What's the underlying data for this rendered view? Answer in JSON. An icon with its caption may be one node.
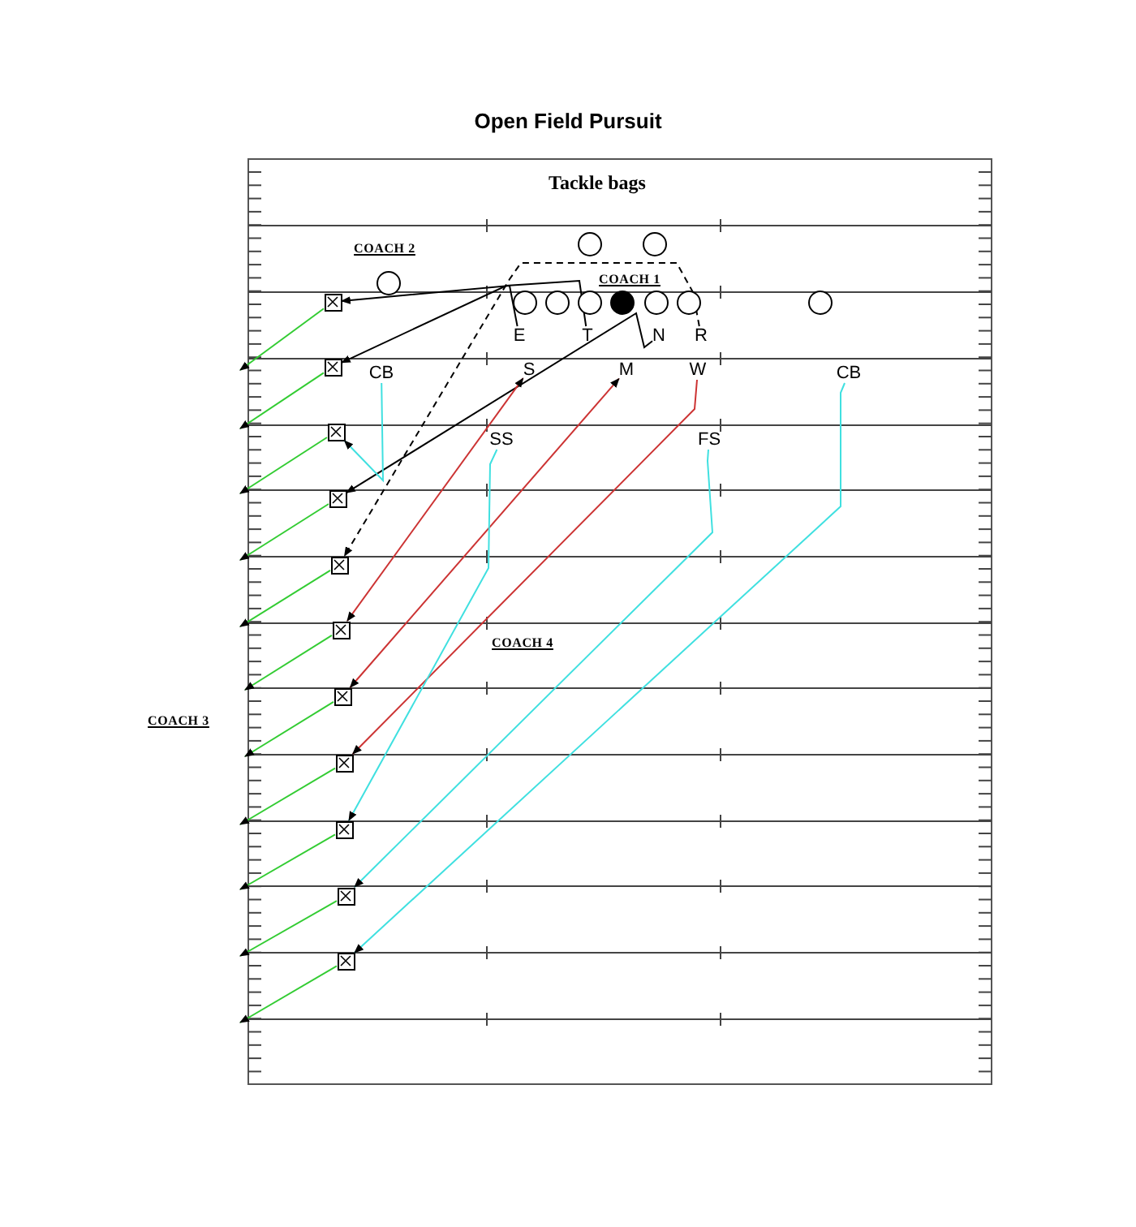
{
  "diagram": {
    "title": "Open Field Pursuit",
    "nodes": [
      {
        "text": [],
        "shape": "circle"
      },
      {
        "text": [],
        "shape": "circle"
      },
      {
        "text": [],
        "shape": "circle"
      },
      {
        "text": [],
        "shape": "circle"
      },
      {
        "text": [],
        "shape": "circle"
      },
      {
        "text": [],
        "shape": "circle"
      },
      {
        "text": [],
        "shape": "disc"
      },
      {
        "text": [],
        "shape": "circle"
      },
      {
        "text": [],
        "shape": "circle"
      },
      {
        "text": [],
        "shape": "circle"
      },
      {
        "text": [],
        "shape": "box"
      },
      {
        "text": [],
        "shape": "box"
      },
      {
        "text": [],
        "shape": "box"
      },
      {
        "text": [],
        "shape": "box"
      },
      {
        "text": [],
        "shape": "box"
      },
      {
        "text": [],
        "shape": "box"
      },
      {
        "text": [],
        "shape": "box"
      },
      {
        "text": [],
        "shape": "box"
      },
      {
        "text": [],
        "shape": "box"
      },
      {
        "text": [],
        "shape": "box"
      },
      {
        "text": [],
        "shape": "box"
      },
      {
        "text": [
          "E"
        ]
      },
      {
        "text": [
          "T"
        ]
      },
      {
        "text": [
          "N"
        ]
      },
      {
        "text": [
          "R"
        ]
      },
      {
        "text": [
          "CB"
        ]
      },
      {
        "text": [
          "S"
        ]
      },
      {
        "text": [
          "M"
        ]
      },
      {
        "text": [
          "W"
        ]
      },
      {
        "text": [
          "CB"
        ]
      },
      {
        "text": [
          "SS"
        ]
      },
      {
        "text": [
          "FS"
        ]
      }
    ],
    "edges": [
      {
        "from": 10,
        "to": null,
        "arrow": "to"
      },
      {
        "from": 11,
        "to": null,
        "arrow": "to"
      },
      {
        "from": 12,
        "to": null,
        "arrow": "to"
      },
      {
        "from": 13,
        "to": null,
        "arrow": "to"
      },
      {
        "from": 14,
        "to": null,
        "arrow": "to"
      },
      {
        "from": 15,
        "to": null,
        "arrow": "to"
      },
      {
        "from": 16,
        "to": null,
        "arrow": "to"
      },
      {
        "from": 17,
        "to": null,
        "arrow": "to"
      },
      {
        "from": 18,
        "to": null,
        "arrow": "to"
      },
      {
        "from": 19,
        "to": null,
        "arrow": "to"
      },
      {
        "from": 20,
        "to": null,
        "arrow": "to"
      },
      {
        "from": 21,
        "to": 10,
        "arrow": "to",
        "color": "#000000"
      },
      {
        "from": 22,
        "to": 11,
        "arrow": "to",
        "color": "#000000"
      },
      {
        "from": 23,
        "to": 13,
        "arrow": "to",
        "color": "#000000"
      },
      {
        "from": 24,
        "to": 14,
        "arrow": "to",
        "style": "dashed",
        "color": "#000000"
      },
      {
        "from": 25,
        "to": 12,
        "arrow": "to",
        "color": "#40e0e0"
      },
      {
        "from": 26,
        "to": 15,
        "arrow": "both",
        "color": "#cc3333"
      },
      {
        "from": 27,
        "to": 16,
        "arrow": "both",
        "color": "#cc3333"
      },
      {
        "from": 28,
        "to": 17,
        "arrow": "to",
        "color": "#cc3333"
      },
      {
        "from": 30,
        "to": 18,
        "arrow": "to",
        "color": "#40e0e0"
      },
      {
        "from": 31,
        "to": 19,
        "arrow": "to",
        "color": "#40e0e0"
      },
      {
        "from": 29,
        "to": 20,
        "arrow": "to",
        "color": "#40e0e0"
      }
    ],
    "labels": [
      "Tackle bags",
      "COACH 2",
      "COACH 1",
      "COACH 4",
      "COACH 3"
    ]
  }
}
